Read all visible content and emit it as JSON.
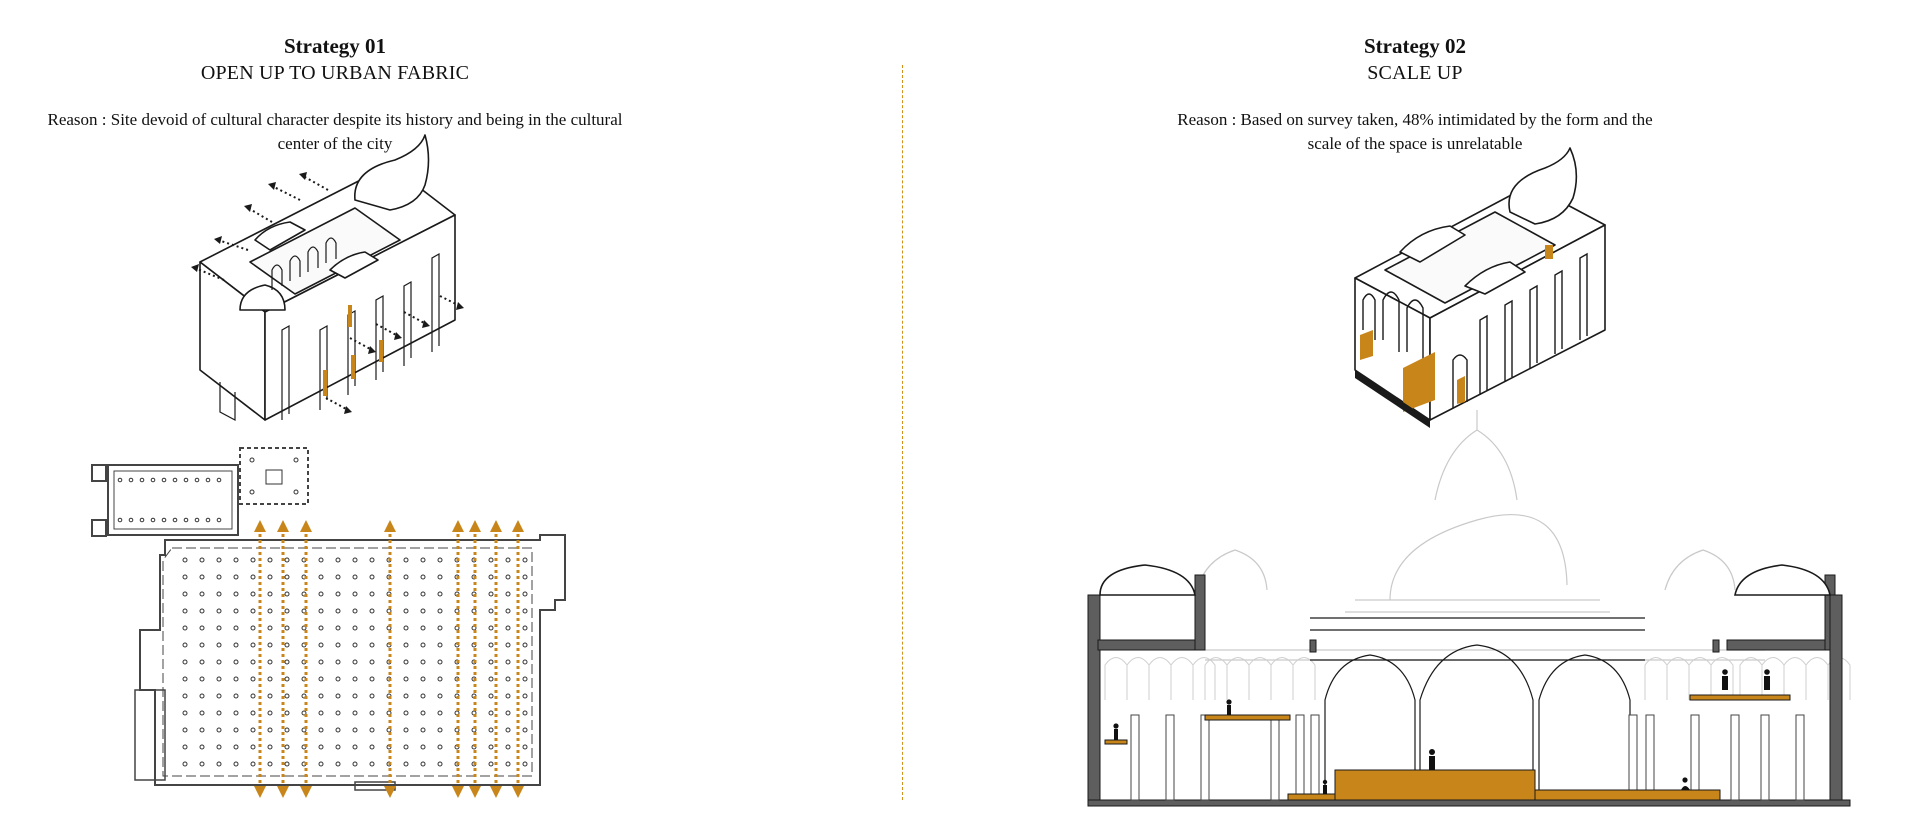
{
  "colors": {
    "accent": "#c8861a",
    "line": "#1a1a1a",
    "wall": "#5e5e5e",
    "faint": "#c9c9c9",
    "divider": "#d4901c"
  },
  "strategies": [
    {
      "label": "Strategy 01",
      "heading": "OPEN UP TO URBAN FABRIC",
      "reason": "Reason : Site devoid of cultural character despite its history and being in the cultural center of the city"
    },
    {
      "label": "Strategy 02",
      "heading": "SCALE UP",
      "reason": "Reason : Based on survey taken, 48% intimidated by the form and the scale of the space is unrelatable"
    }
  ]
}
